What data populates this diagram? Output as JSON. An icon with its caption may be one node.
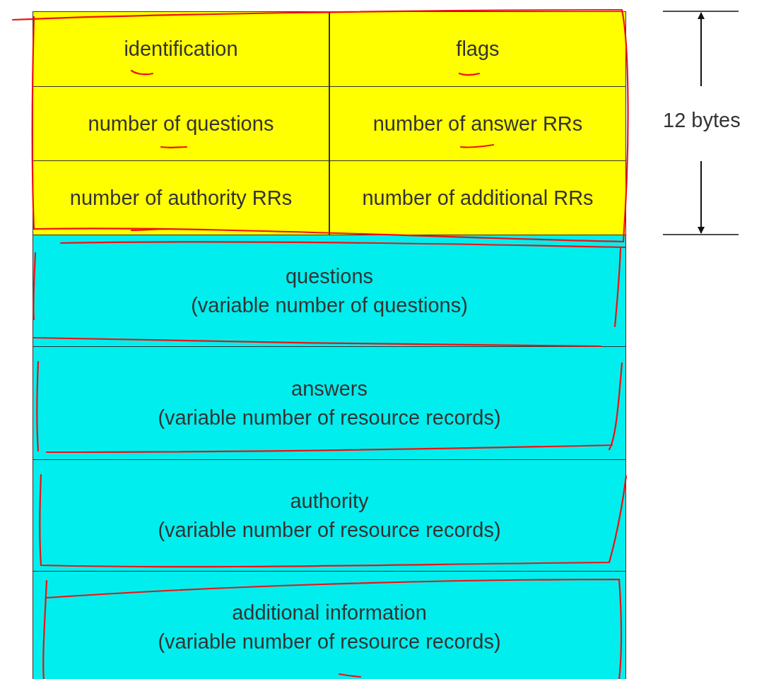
{
  "diagram": {
    "nodes": [
      {
        "text": [
          "identification"
        ]
      },
      {
        "text": [
          "flags"
        ]
      },
      {
        "text": [
          "number of questions"
        ]
      },
      {
        "text": [
          "number of answer RRs"
        ]
      },
      {
        "text": [
          "number of authority RRs"
        ]
      },
      {
        "text": [
          "number of additional RRs"
        ]
      },
      {
        "text": [
          "questions",
          "(variable number of questions)"
        ]
      },
      {
        "text": [
          "answers",
          "(variable number of resource records)"
        ]
      },
      {
        "text": [
          "authority",
          "(variable number of resource records)"
        ]
      },
      {
        "text": [
          "additional information",
          "(variable number of resource records)"
        ]
      }
    ],
    "edges": [],
    "labels": [
      "12 bytes"
    ]
  }
}
